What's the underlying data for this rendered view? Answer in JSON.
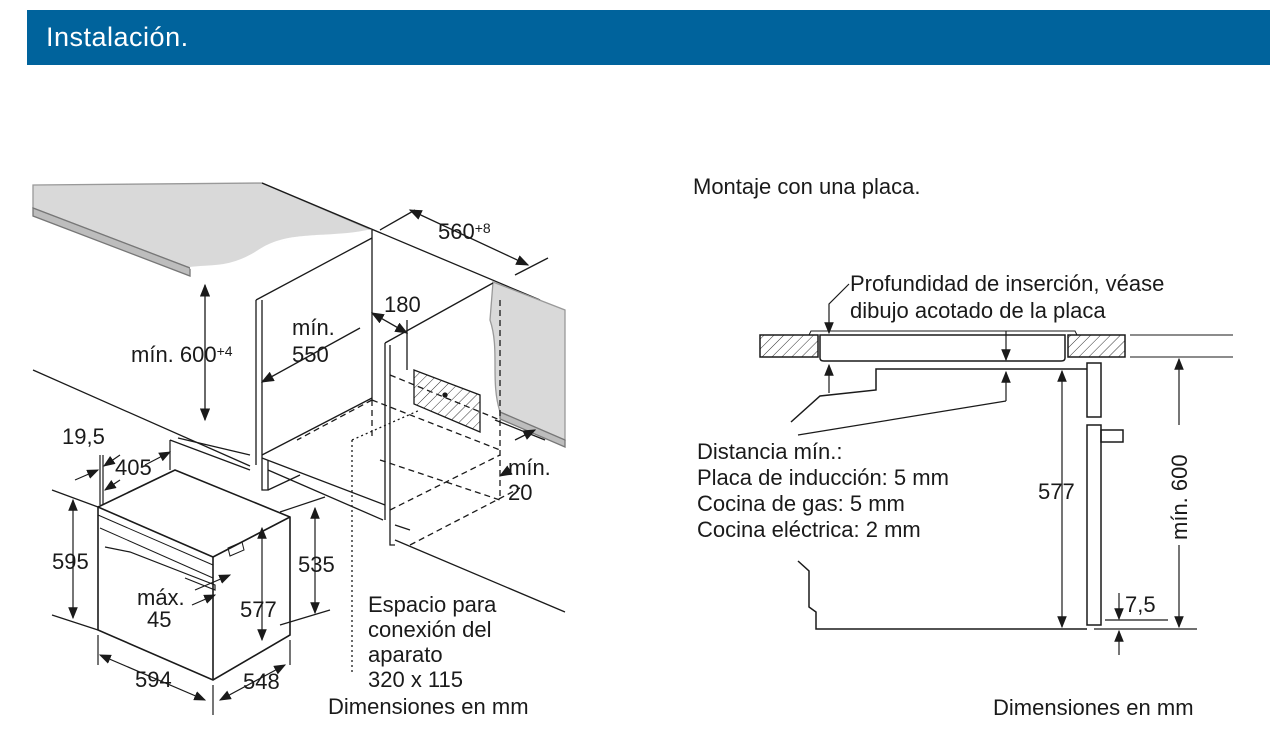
{
  "header": {
    "title": "Instalación."
  },
  "left_diagram": {
    "dim_width_cabinet": "560",
    "dim_width_cabinet_tol": "+8",
    "dim_180": "180",
    "dim_min_550_a": "mín.",
    "dim_min_550_b": "550",
    "dim_min_600": "mín. 600",
    "dim_min_600_tol": "+4",
    "dim_19_5": "19,5",
    "dim_405": "405",
    "dim_min_20_a": "mín.",
    "dim_min_20_b": "20",
    "dim_595": "595",
    "dim_535": "535",
    "dim_577": "577",
    "dim_max_45_a": "máx.",
    "dim_max_45_b": "45",
    "dim_594": "594",
    "dim_548": "548",
    "connection_space": [
      "Espacio para",
      "conexión del",
      "aparato",
      "320 x 115"
    ],
    "units": "Dimensiones en mm"
  },
  "right_diagram": {
    "title": "Montaje con una placa.",
    "insertion_depth": [
      "Profundidad de inserción, véase",
      "dibujo acotado de la placa"
    ],
    "min_distance": [
      "Distancia mín.:",
      "Placa de inducción: 5 mm",
      "Cocina de gas: 5 mm",
      "Cocina eléctrica: 2 mm"
    ],
    "dim_577": "577",
    "dim_min_600": "mín. 600",
    "dim_7_5": "7,5",
    "units": "Dimensiones en mm"
  },
  "colors": {
    "header": "#00639c",
    "countertop": "#d9d9d9"
  }
}
